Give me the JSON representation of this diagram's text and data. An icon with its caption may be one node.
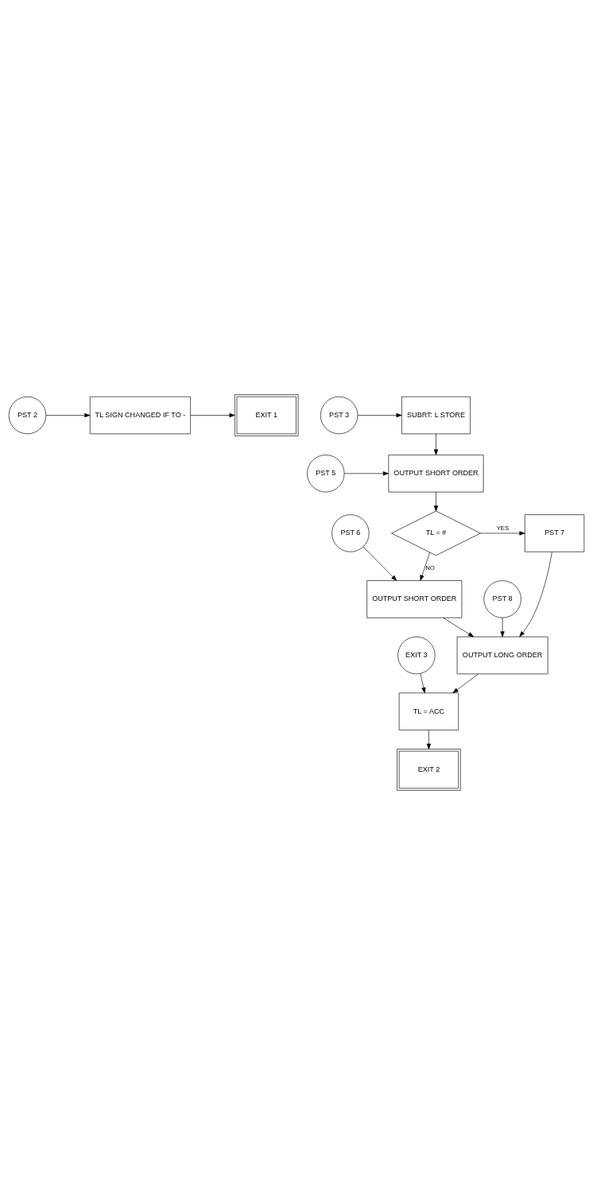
{
  "diagram": {
    "nodes": [
      {
        "text": [
          "PST 2"
        ]
      },
      {
        "text": [
          "TL SIGN CHANGED IF TO -"
        ]
      },
      {
        "text": [
          "EXIT 1"
        ]
      },
      {
        "text": [
          "PST 3"
        ]
      },
      {
        "text": [
          "SUBRT: L STORE"
        ]
      },
      {
        "text": [
          "PST 5"
        ]
      },
      {
        "text": [
          "OUTPUT SHORT ORDER"
        ]
      },
      {
        "text": [
          "PST 6"
        ]
      },
      {
        "text": [
          "TL = #"
        ]
      },
      {
        "text": [
          "PST 7"
        ]
      },
      {
        "text": [
          "PST 8"
        ]
      },
      {
        "text": [
          "OUTPUT SHORT ORDER"
        ]
      },
      {
        "text": [
          "EXIT 3"
        ]
      },
      {
        "text": [
          "OUTPUT LONG ORDER"
        ]
      },
      {
        "text": [
          "TL = ACC"
        ]
      },
      {
        "text": [
          "EXIT 2"
        ]
      }
    ],
    "edges": [
      {
        "from": 0,
        "to": 1,
        "arrow": "to"
      },
      {
        "from": 1,
        "to": 2,
        "arrow": "to"
      },
      {
        "from": 3,
        "to": 4,
        "arrow": "to"
      },
      {
        "from": 4,
        "to": 6,
        "arrow": "to"
      },
      {
        "from": 5,
        "to": 6,
        "arrow": "to"
      },
      {
        "from": 6,
        "to": 8,
        "arrow": "to"
      },
      {
        "from": 8,
        "to": 9,
        "arrow": "to",
        "label": "YES"
      },
      {
        "from": 8,
        "to": 11,
        "arrow": "to",
        "label": "NO"
      },
      {
        "from": 7,
        "to": 11,
        "arrow": "to"
      },
      {
        "from": 11,
        "to": 13,
        "arrow": "to"
      },
      {
        "from": 10,
        "to": 13,
        "arrow": "to"
      },
      {
        "from": 9,
        "to": 13,
        "arrow": "to"
      },
      {
        "from": 12,
        "to": 14,
        "arrow": "to"
      },
      {
        "from": 13,
        "to": 14,
        "arrow": "to"
      },
      {
        "from": 14,
        "to": 15,
        "arrow": "to"
      }
    ]
  }
}
